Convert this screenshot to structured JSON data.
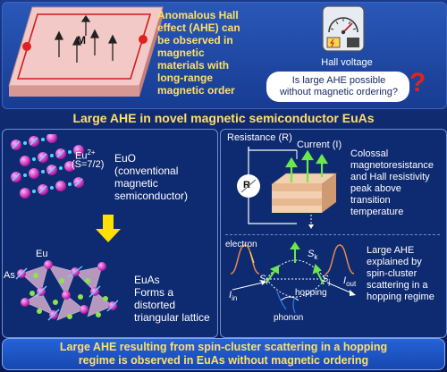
{
  "top": {
    "ahe_text": [
      "Anomalous Hall",
      "effect (AHE) can",
      "be observed in",
      "magnetic",
      "materials with",
      "long-range",
      "magnetic order"
    ],
    "m_label": "M",
    "hall_voltage": "Hall voltage",
    "question": [
      "Is large AHE possible",
      "without magnetic ordering?"
    ],
    "question_mark": "?"
  },
  "section_title": "Large AHE in novel magnetic semiconductor EuAs",
  "left": {
    "eu_ion": "Eu",
    "eu_charge": "2+",
    "spin": "(S=7/2)",
    "euo_text": [
      "EuO",
      "(conventional",
      "magnetic",
      "semiconductor)"
    ],
    "eu_label": "Eu",
    "as_label": "As",
    "euas_title": "EuAs",
    "euas_desc": [
      "Forms a distorted",
      "triangular lattice"
    ]
  },
  "right": {
    "resistance_label": "Resistance (R)",
    "r_symbol": "R",
    "current_label": "Current (I)",
    "colossal_text": [
      "Colossal",
      "magnetoresistance",
      "and Hall resistivity",
      "peak above",
      "transition",
      "temperature"
    ],
    "electron": "electron",
    "sk": "S",
    "sk_sub": "k",
    "si": "S",
    "si_sub": "i",
    "sj": "S",
    "sj_sub": "j",
    "iin": "I",
    "iin_sub": "in",
    "iout": "I",
    "iout_sub": "out",
    "hopping": "hopping",
    "phonon": "phonon",
    "explained_text": [
      "Large AHE",
      "explained by",
      "spin-cluster",
      "scattering in a",
      "hopping regime"
    ]
  },
  "bottom_text": [
    "Large AHE resulting from spin-cluster scattering in a hopping",
    "regime is observed in EuAs without magnetic ordering"
  ]
}
